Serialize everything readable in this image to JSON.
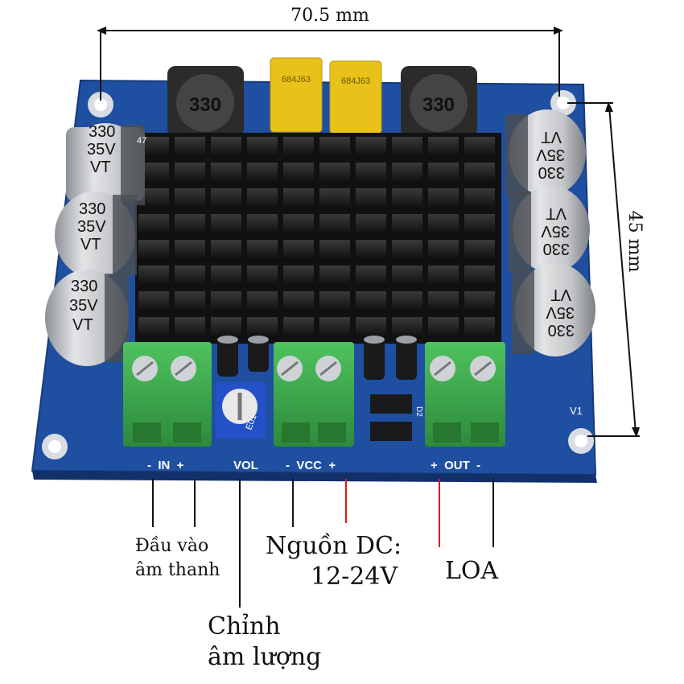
{
  "dimensions": {
    "width": "70.5 mm",
    "height": "45 mm"
  },
  "board": {
    "capacitor_value": "330",
    "capacitor_voltage": "35V",
    "capacitor_brand": "VT",
    "inductor_value": "330",
    "film_cap_code": "684J63",
    "silkscreen_in": "-  IN  +",
    "silkscreen_vol": "VOL",
    "silkscreen_vcc": "-  VCC  +",
    "silkscreen_out": "+  OUT  -",
    "silkscreen_v1": "V1",
    "silkscreen_d2": "D2",
    "silkscreen_47": "47",
    "pot_marking": "E01"
  },
  "annotations": {
    "audio_input_line1": "Đầu vào",
    "audio_input_line2": "âm thanh",
    "volume_line1": "Chỉnh",
    "volume_line2": "âm lượng",
    "power_line1": "Nguồn DC:",
    "power_line2": "12-24V",
    "speaker": "LOA"
  },
  "colors": {
    "pcb": "#1f4fa0",
    "heatsink": "#1a1a1a",
    "terminal": "#3aa84a",
    "capacitor": "#bfc1c4",
    "film_cap": "#e8c21a",
    "positive_lead": "#e01818",
    "negative_lead": "#111111"
  }
}
